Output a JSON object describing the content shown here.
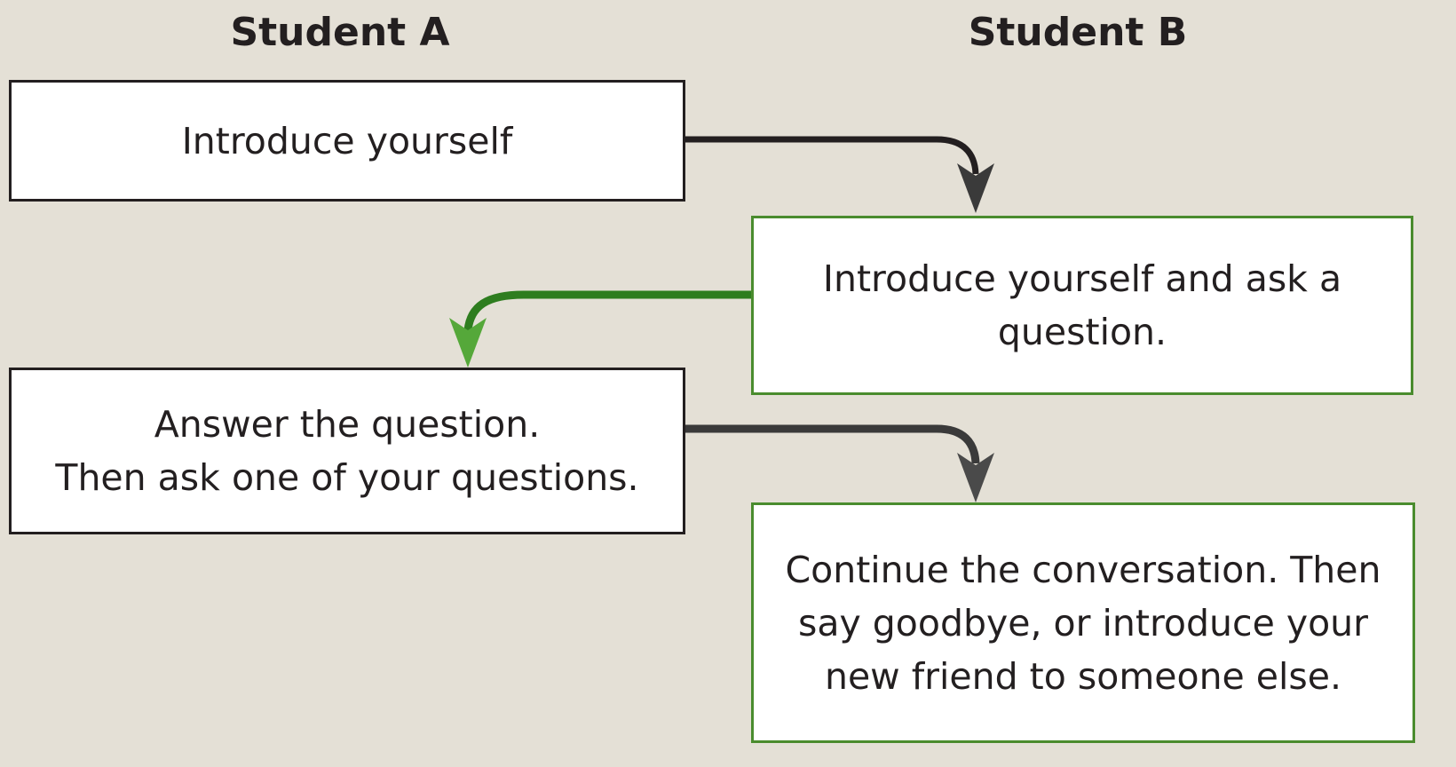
{
  "headers": {
    "student_a": "Student A",
    "student_b": "Student B"
  },
  "steps": {
    "a1": "Introduce yourself",
    "b1_line1": "Introduce yourself and ask a",
    "b1_line2": "question.",
    "a2_line1": "Answer the question.",
    "a2_line2": "Then ask one of your questions.",
    "b2_line1": "Continue the conversation. Then",
    "b2_line2": "say goodbye, or introduce your",
    "b2_line3": "new friend to someone else."
  },
  "colors": {
    "background": "#e4e0d6",
    "dark_border": "#231f20",
    "green_border": "#4a8c2e",
    "dark_arrow": "#3a3a3a",
    "green_arrow": "#2e7d1f",
    "green_arrowhead": "#55a83a"
  }
}
